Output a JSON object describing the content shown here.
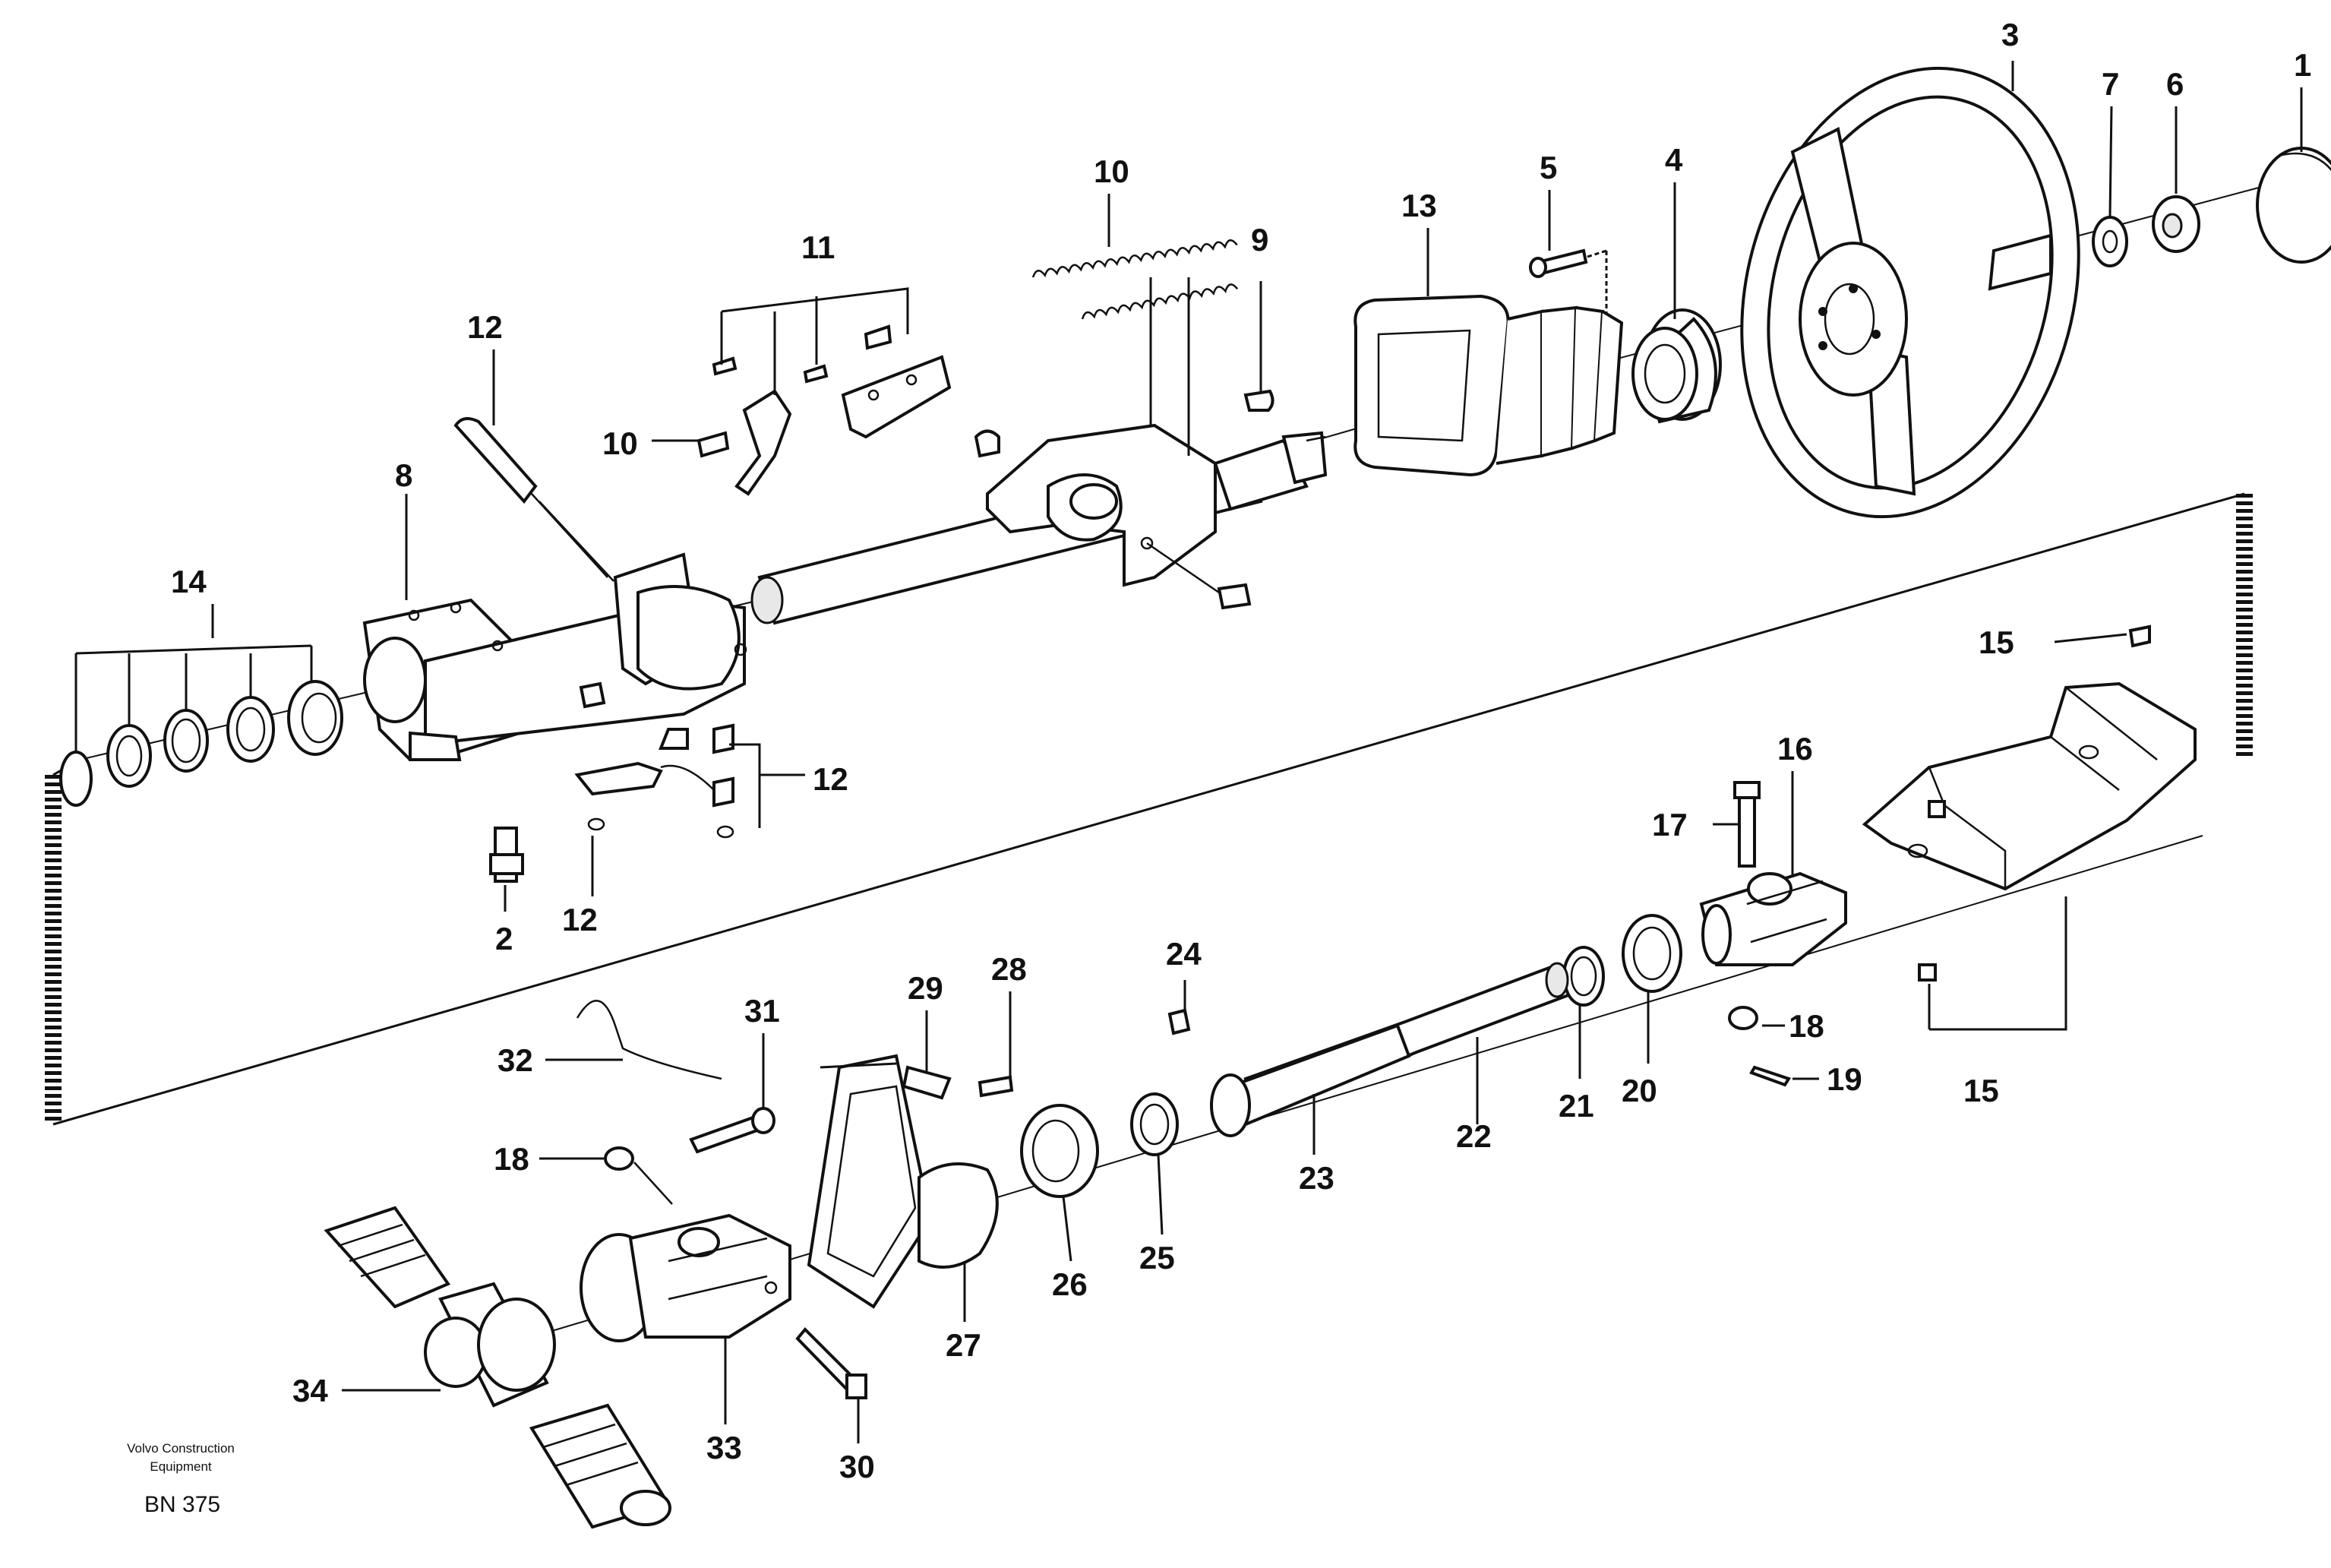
{
  "footer": {
    "company_line1": "Volvo Construction",
    "company_line2": "Equipment",
    "drawing_number": "BN 375"
  },
  "callouts": {
    "c1": "1",
    "c2": "2",
    "c3": "3",
    "c4": "4",
    "c5": "5",
    "c6": "6",
    "c7": "7",
    "c8": "8",
    "c9": "9",
    "c10a": "10",
    "c10b": "10",
    "c11a": "11",
    "c12a": "12",
    "c12b": "12",
    "c12c": "12",
    "c13": "13",
    "c14": "14",
    "c15a": "15",
    "c15b": "15",
    "c16": "16",
    "c17": "17",
    "c18a": "18",
    "c18b": "18",
    "c19": "19",
    "c20": "20",
    "c21": "21",
    "c22": "22",
    "c23": "23",
    "c24": "24",
    "c25": "25",
    "c26": "26",
    "c27": "27",
    "c28": "28",
    "c29": "29",
    "c30": "30",
    "c31": "31",
    "c32": "32",
    "c33": "33",
    "c34": "34"
  }
}
